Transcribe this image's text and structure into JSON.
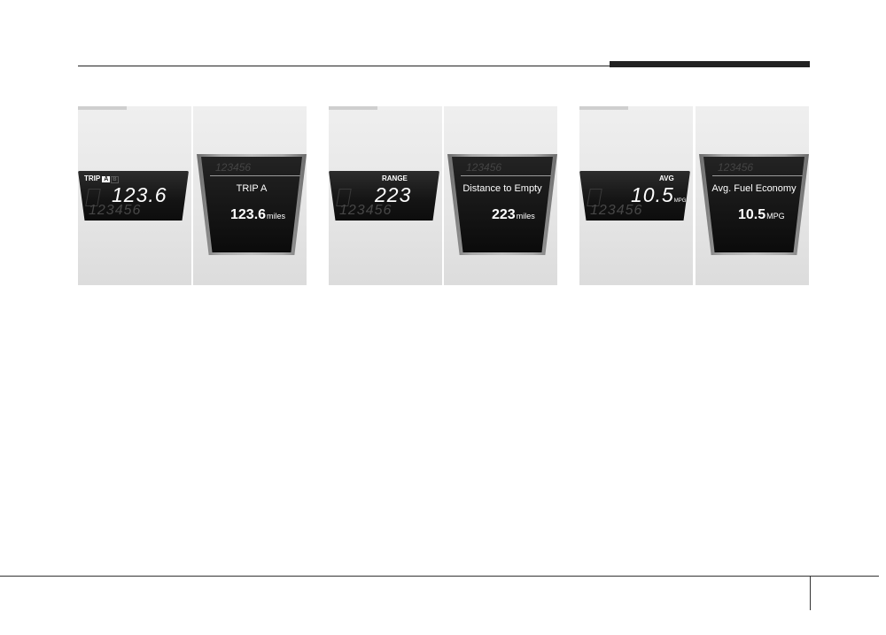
{
  "panels": [
    {
      "small": {
        "label": "TRIP",
        "badge_a": "A",
        "badge_b": "B",
        "value": "123.6",
        "unit": "",
        "odo_ghost": "123456"
      },
      "large": {
        "odo_ghost": "123456",
        "label": "TRIP A",
        "value": "123.6",
        "unit": "miles"
      }
    },
    {
      "small": {
        "label": "RANGE",
        "value": "223",
        "unit": "",
        "odo_ghost": "123456"
      },
      "large": {
        "odo_ghost": "123456",
        "label": "Distance to Empty",
        "value": "223",
        "unit": "miles"
      }
    },
    {
      "small": {
        "label": "AVG",
        "value": "10.5",
        "unit": "MPG",
        "odo_ghost": "123456"
      },
      "large": {
        "odo_ghost": "123456",
        "label": "Avg. Fuel Economy",
        "value": "10.5",
        "unit": "MPG"
      }
    }
  ]
}
